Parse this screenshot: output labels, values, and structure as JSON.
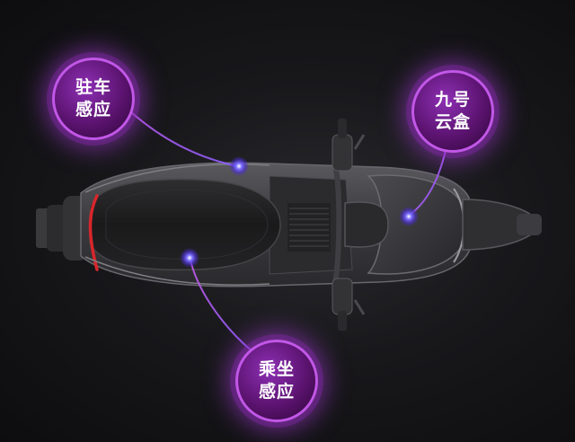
{
  "badges": {
    "park_sensor": {
      "line1": "驻车",
      "line2": "感应",
      "icon": "purple-glow-badge"
    },
    "ninebot_box": {
      "line1": "九号",
      "line2": "云盒",
      "icon": "purple-glow-badge"
    },
    "ride_sensor": {
      "line1": "乘坐",
      "line2": "感应",
      "icon": "purple-glow-badge"
    }
  },
  "colors": {
    "background": "#121214",
    "accent": "#b34de0",
    "badge_fill": "#5b136f",
    "tail_light": "#d8262b"
  },
  "image": {
    "subject": "electric-scooter-top-view",
    "icons": [
      "scooter-body",
      "handlebar",
      "seat",
      "tail-light",
      "sensor-dot"
    ]
  }
}
